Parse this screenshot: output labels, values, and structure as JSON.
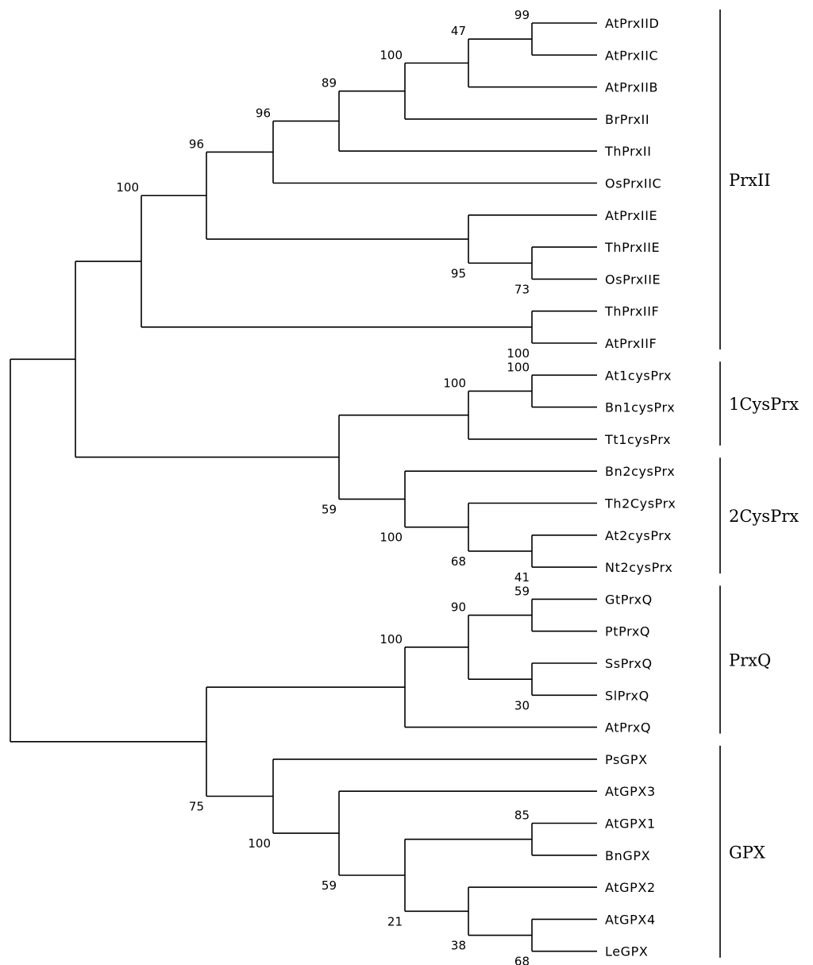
{
  "tree": {
    "leaves": [
      "AtPrxIID",
      "AtPrxIIC",
      "AtPrxIIB",
      "BrPrxII",
      "ThPrxII",
      "OsPrxIIC",
      "AtPrxIIE",
      "ThPrxIIE",
      "OsPrxIIE",
      "ThPrxIIF",
      "AtPrxIIF",
      "At1cysPrx",
      "Bn1cysPrx",
      "Tt1cysPrx",
      "Bn2cysPrx",
      "Th2CysPrx",
      "At2cysPrx",
      "Nt2cysPrx",
      "GtPrxQ",
      "PtPrxQ",
      "SsPrxQ",
      "SlPrxQ",
      "AtPrxQ",
      "PsGPX",
      "AtGPX3",
      "AtGPX1",
      "BnGPX",
      "AtGPX2",
      "AtGPX4",
      "LeGPX"
    ],
    "groups": [
      {
        "label": "PrxII",
        "first_leaf": 0,
        "last_leaf": 10
      },
      {
        "label": "1CysPrx",
        "first_leaf": 11,
        "last_leaf": 13
      },
      {
        "label": "2CysPrx",
        "first_leaf": 14,
        "last_leaf": 17
      },
      {
        "label": "PrxQ",
        "first_leaf": 18,
        "last_leaf": 22
      },
      {
        "label": "GPX",
        "first_leaf": 23,
        "last_leaf": 29
      }
    ],
    "bootstrap_values": [
      "99",
      "47",
      "100",
      "89",
      "96",
      "96",
      "100",
      "95",
      "73",
      "100",
      "100",
      "100",
      "59",
      "100",
      "68",
      "41",
      "59",
      "90",
      "30",
      "100",
      "75",
      "100",
      "59",
      "85",
      "21",
      "38",
      "68"
    ]
  }
}
